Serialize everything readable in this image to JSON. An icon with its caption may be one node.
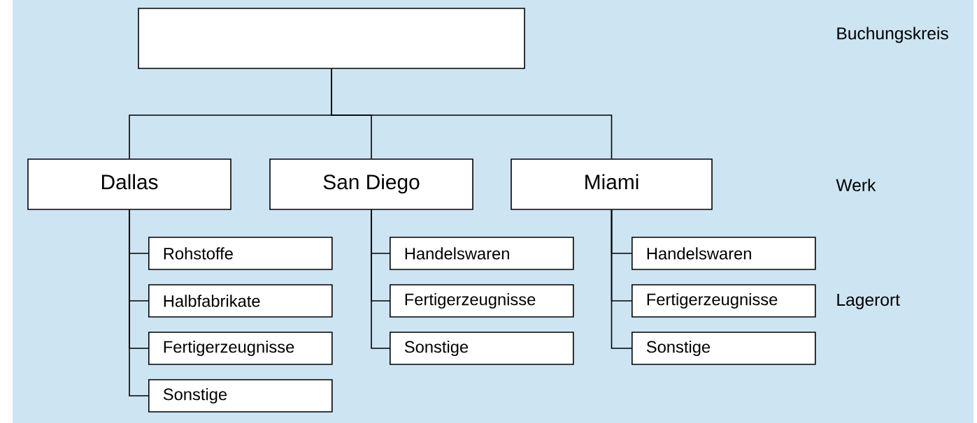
{
  "diagram": {
    "nodes": [
      {
        "text": [],
        "shape": "box"
      },
      {
        "text": [
          "Dallas"
        ]
      },
      {
        "text": [
          "San Diego"
        ]
      },
      {
        "text": [
          "Miami"
        ]
      },
      {
        "text": [
          "Rohstoffe"
        ]
      },
      {
        "text": [
          "Halbfabrikate"
        ]
      },
      {
        "text": [
          "Fertigerzeugnisse"
        ]
      },
      {
        "text": [
          "Sonstige"
        ]
      },
      {
        "text": [
          "Handelswaren"
        ]
      },
      {
        "text": [
          "Fertigerzeugnisse"
        ]
      },
      {
        "text": [
          "Sonstige"
        ]
      },
      {
        "text": [
          "Handelswaren"
        ]
      },
      {
        "text": [
          "Fertigerzeugnisse"
        ]
      },
      {
        "text": [
          "Sonstige"
        ]
      }
    ],
    "edges": [
      {
        "from": 0,
        "to": 1,
        "arrow": "none"
      },
      {
        "from": 0,
        "to": 2,
        "arrow": "none"
      },
      {
        "from": 0,
        "to": 3,
        "arrow": "none"
      },
      {
        "from": 1,
        "to": 4,
        "arrow": "none"
      },
      {
        "from": 1,
        "to": 5,
        "arrow": "none"
      },
      {
        "from": 1,
        "to": 6,
        "arrow": "none"
      },
      {
        "from": 1,
        "to": 7,
        "arrow": "none"
      },
      {
        "from": 2,
        "to": 8,
        "arrow": "none"
      },
      {
        "from": 2,
        "to": 9,
        "arrow": "none"
      },
      {
        "from": 2,
        "to": 10,
        "arrow": "none"
      },
      {
        "from": 3,
        "to": 11,
        "arrow": "none"
      },
      {
        "from": 3,
        "to": 12,
        "arrow": "none"
      },
      {
        "from": 3,
        "to": 13,
        "arrow": "none"
      }
    ],
    "labels": [
      "Buchungskreis",
      "Werk",
      "Lagerort"
    ]
  }
}
